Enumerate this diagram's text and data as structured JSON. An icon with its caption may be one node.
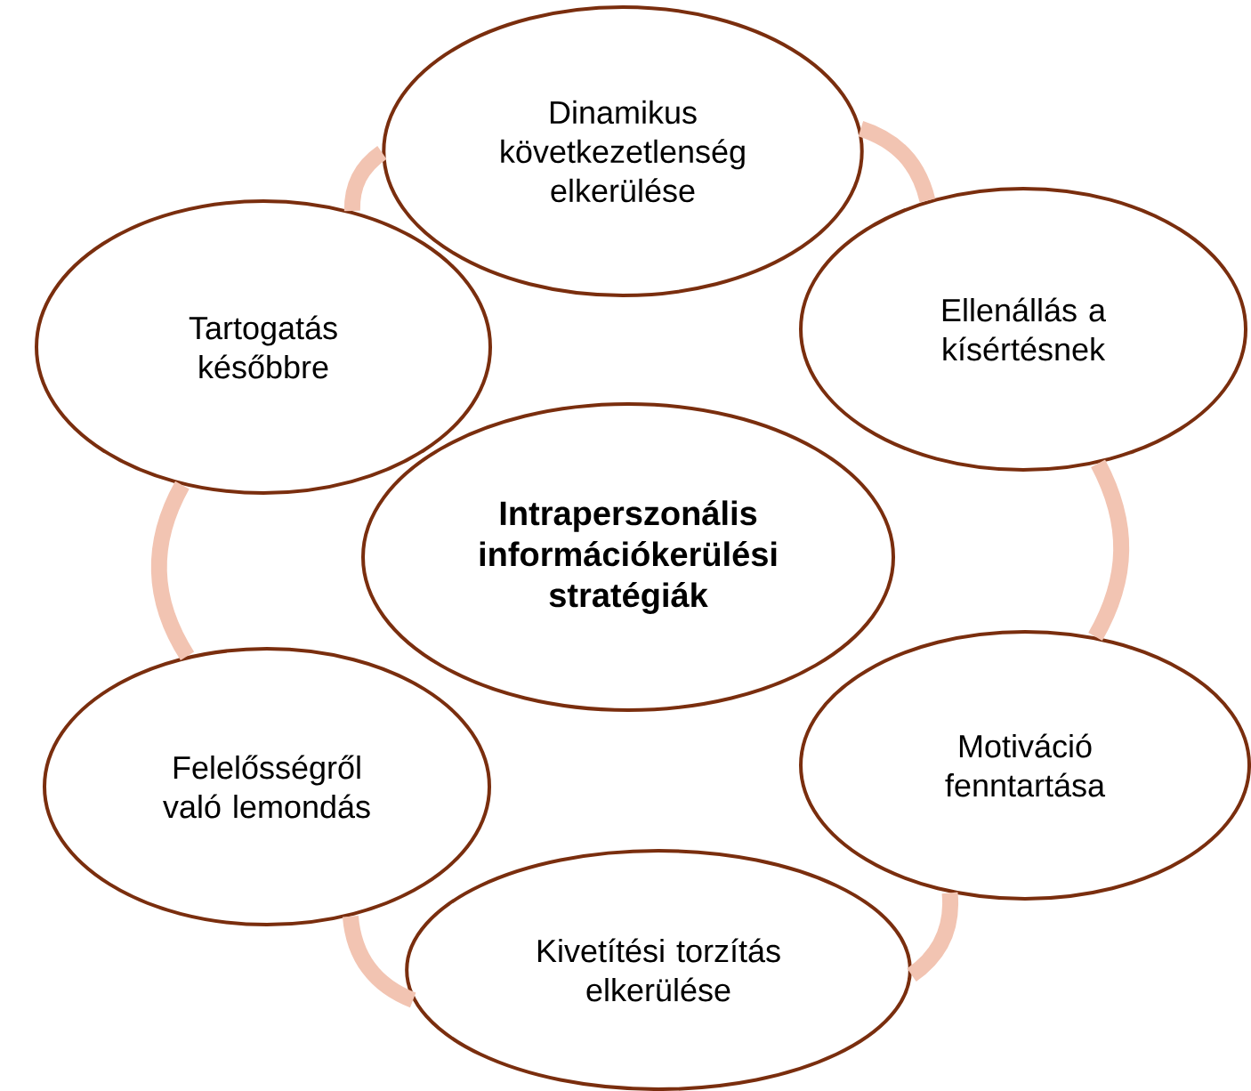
{
  "diagram": {
    "nodes": [
      {
        "text": [
          "Intraperszonális információkerülési stratégiák"
        ]
      },
      {
        "text": [
          "Dinamikus következetlenség elkerülése"
        ]
      },
      {
        "text": [
          "Ellenállás a kísértésnek"
        ]
      },
      {
        "text": [
          "Motiváció fenntartása"
        ]
      },
      {
        "text": [
          "Kivetítési torzítás elkerülése"
        ]
      },
      {
        "text": [
          "Felelősségről való lemondás"
        ]
      },
      {
        "text": [
          "Tartogatás későbbre"
        ]
      }
    ],
    "edges": [
      {
        "from": 1,
        "to": 2,
        "arrow": "none"
      },
      {
        "from": 2,
        "to": 3,
        "arrow": "none"
      },
      {
        "from": 3,
        "to": 4,
        "arrow": "none"
      },
      {
        "from": 4,
        "to": 5,
        "arrow": "none"
      },
      {
        "from": 5,
        "to": 6,
        "arrow": "none"
      },
      {
        "from": 6,
        "to": 1,
        "arrow": "none"
      }
    ]
  }
}
